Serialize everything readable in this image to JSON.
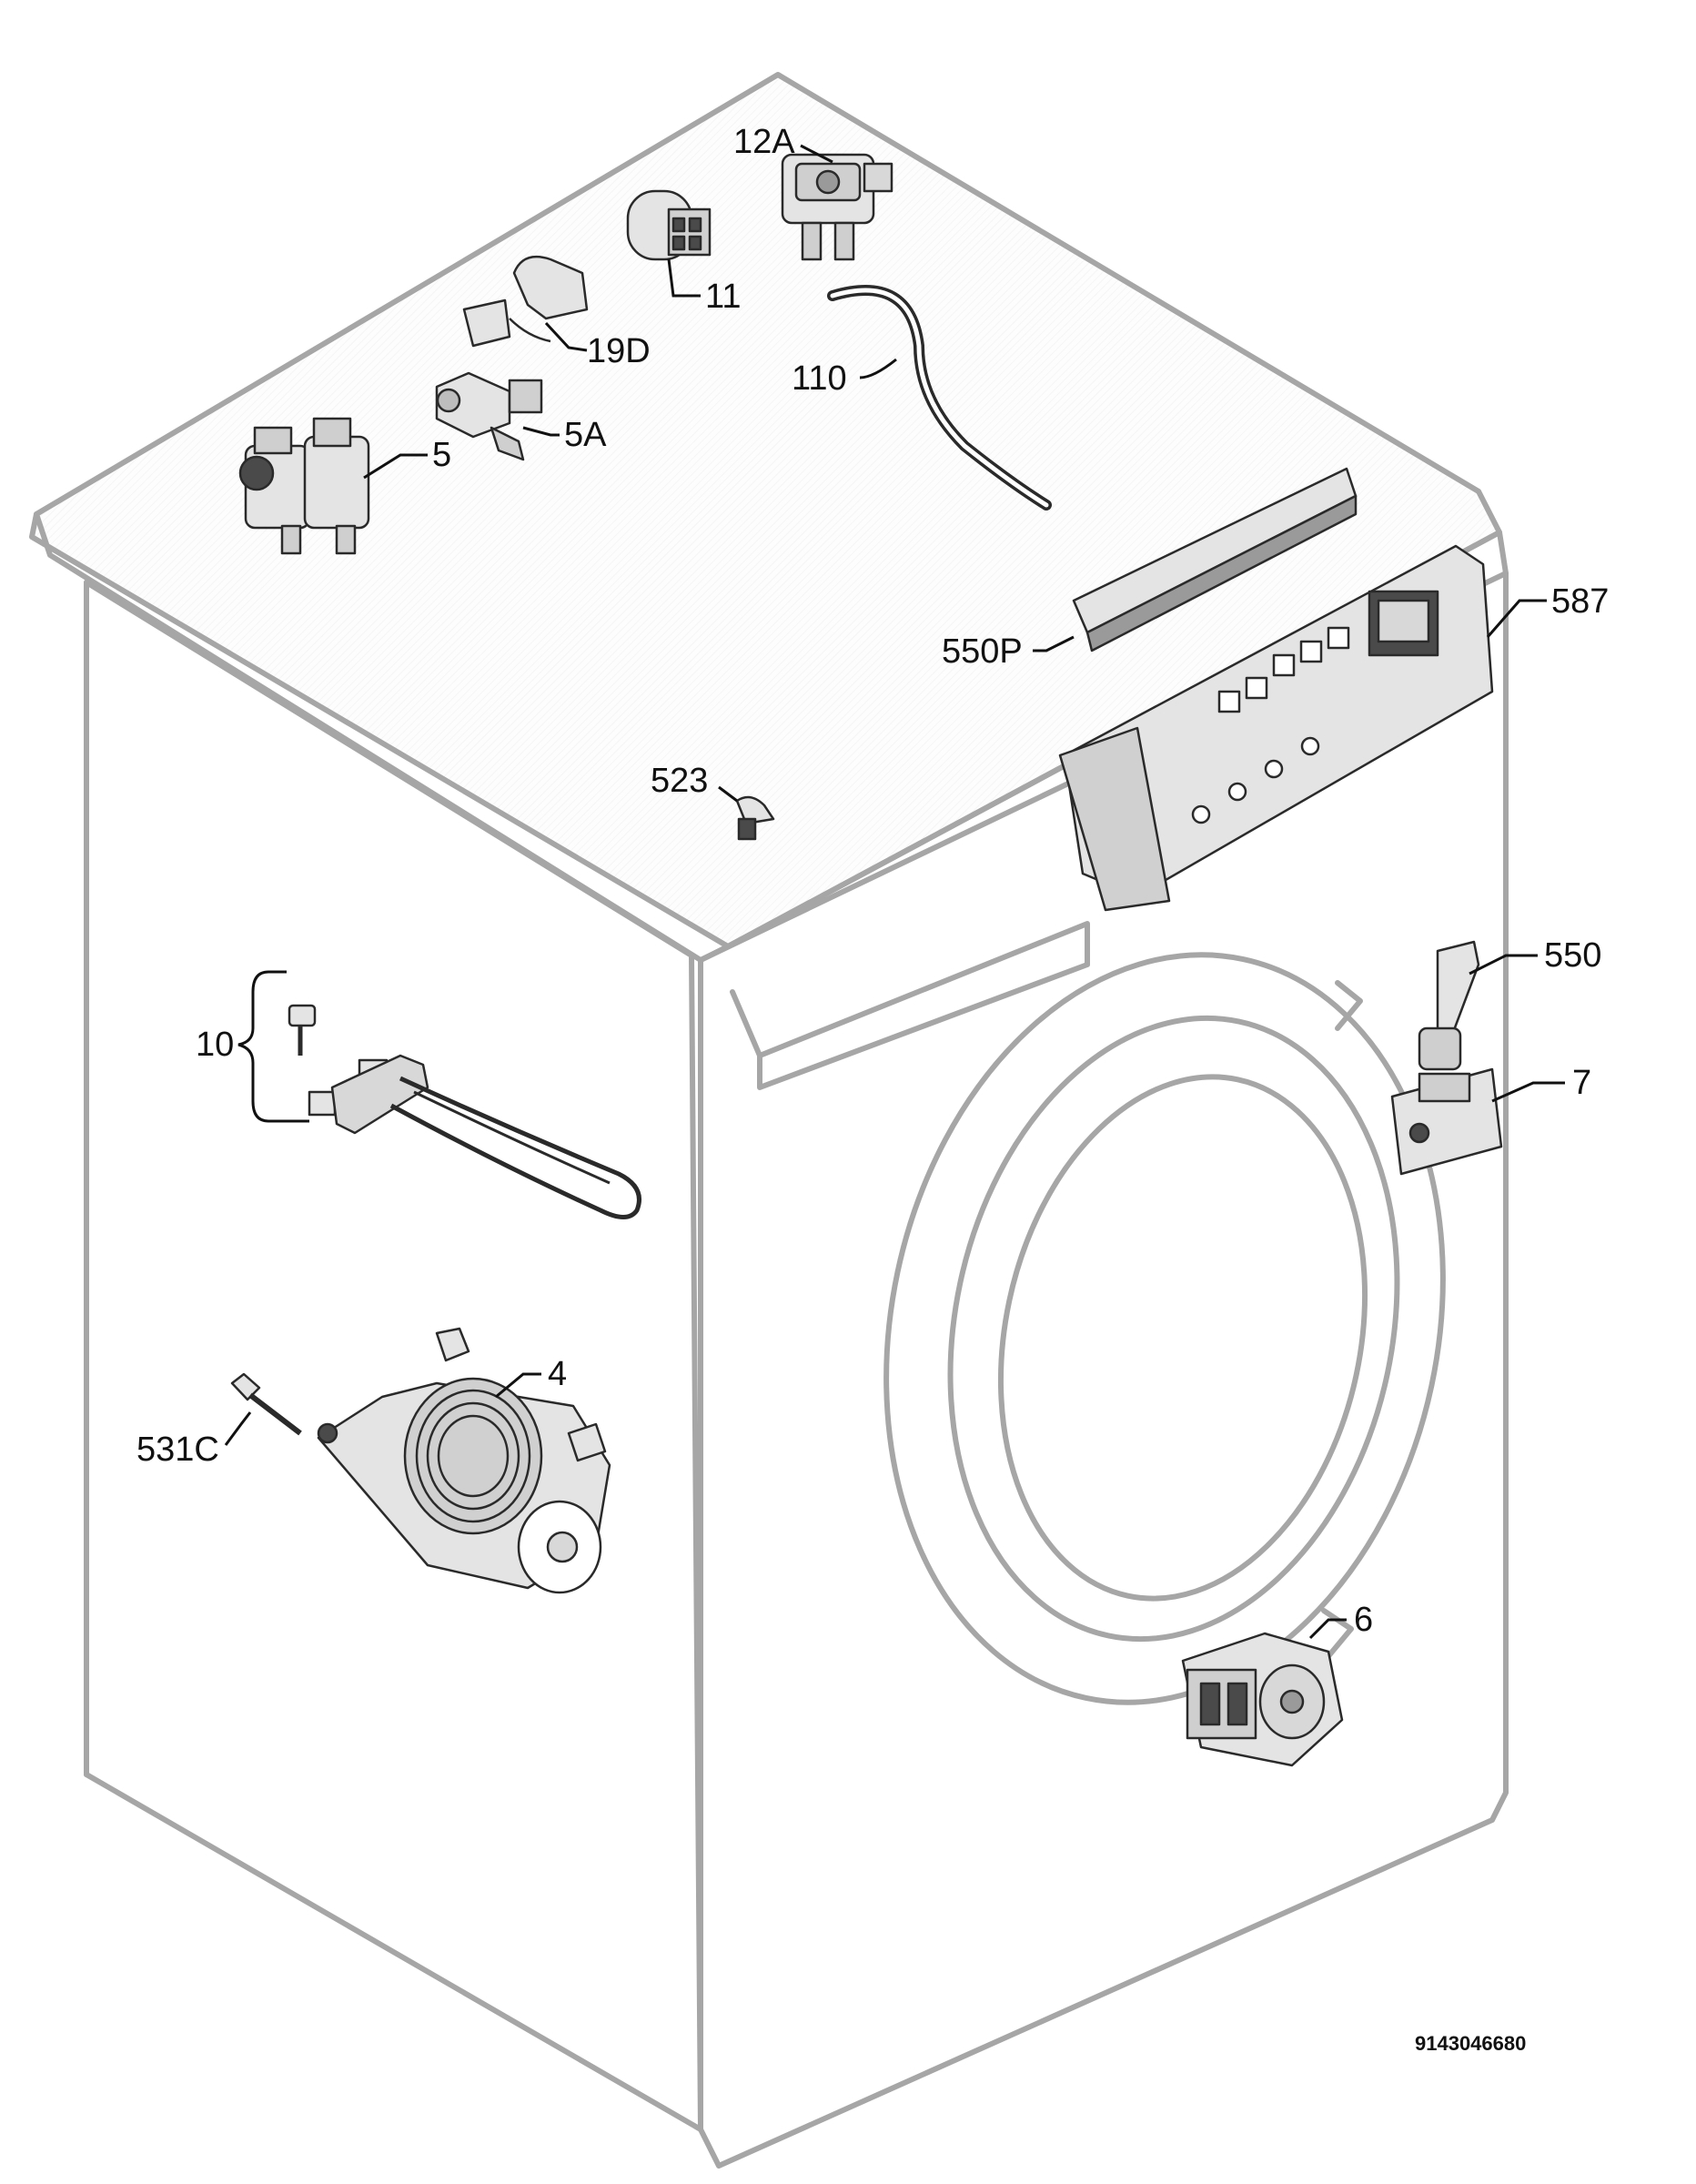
{
  "labels": {
    "p12A": "12A",
    "p11": "11",
    "p19D": "19D",
    "p110": "110",
    "p5A": "5A",
    "p5": "5",
    "p587": "587",
    "p550P": "550P",
    "p523": "523",
    "p550": "550",
    "p10": "10",
    "p7": "7",
    "p4": "4",
    "p531C": "531C",
    "p6": "6"
  },
  "document_number": "9143046680",
  "colors": {
    "ink": "#111111",
    "cabinet_outline": "#a6a6a6",
    "part_fill": "#e4e4e4",
    "part_dark": "#4a4a4a"
  }
}
